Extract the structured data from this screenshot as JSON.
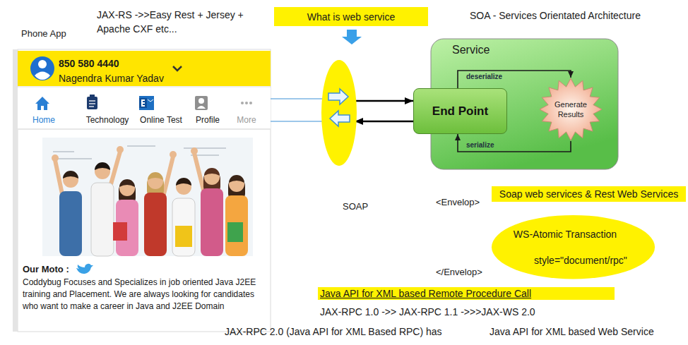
{
  "diagram": {
    "nodes": [
      {
        "text": [
          "What is web service"
        ]
      },
      {
        "text": [
          "Our Moto :",
          "Coddybug Focuses and Specializes in job oriented Java J2EE training and Placement. We are always looking for candidates who want to make a career in Java and J2EE Domain"
        ]
      },
      {
        "text": [
          "850 580 4440",
          "Nagendra Kumar Yadav"
        ],
        "in": 1
      },
      {
        "text": [
          "Home",
          "Technology",
          "Online Test",
          "Profile",
          "More"
        ],
        "in": 1
      },
      {
        "text": [
          "SOAP"
        ]
      },
      {
        "text": [
          "Service"
        ]
      },
      {
        "text": [
          "End Point"
        ],
        "in": 5
      },
      {
        "text": [
          "Generate Results"
        ],
        "in": 5
      },
      {
        "text": [
          "Soap web services & Rest Web Services"
        ]
      },
      {
        "text": [
          "WS-Atomic Transaction",
          "style=\"document/rpc\""
        ]
      },
      {
        "text": [
          "Java API for XML based Remote Procedure Call"
        ]
      }
    ],
    "edges": [
      {
        "from": 1,
        "to": 4,
        "arrow": "none"
      },
      {
        "from": 1,
        "to": 4,
        "arrow": "none"
      },
      {
        "from": 4,
        "to": 6,
        "arrow": "to"
      },
      {
        "from": 6,
        "to": 4,
        "arrow": "to"
      },
      {
        "from": 6,
        "to": 7,
        "arrow": "to",
        "label": "deserialize"
      },
      {
        "from": 7,
        "to": 6,
        "arrow": "to",
        "label": "serialize"
      }
    ],
    "labels": [
      "Phone App",
      "JAX-RS ->>Easy Rest + Jersey + Apache CXF etc...",
      "SOA - Services Orientated Architecture",
      "<Envelop>",
      "</Envelop>",
      "JAX-RPC 1.0 ->> JAX-RPC 1.1 ->>>JAX-WS 2.0",
      "JAX-RPC 2.0 (Java API for XML Based RPC) has",
      "Java API for XML based Web Service"
    ]
  }
}
